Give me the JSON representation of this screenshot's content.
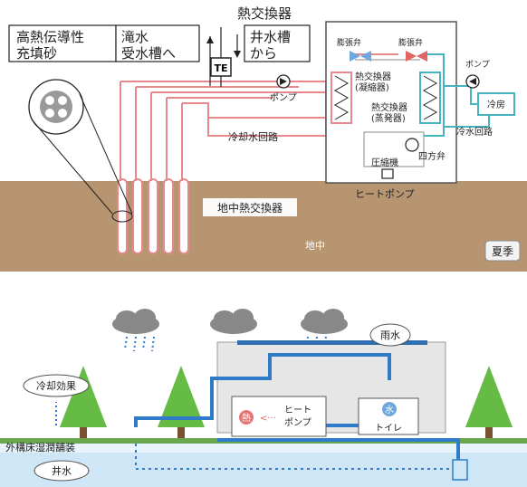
{
  "top": {
    "labels": {
      "sand": "高熱伝導性\n充填砂",
      "drain": "滝水\n受水槽へ",
      "well_from": "井水槽\nから",
      "hx_title": "熱交換器",
      "te": "TE",
      "pump_left": "ポンプ",
      "cond_hx": "熱交換器\n(凝縮器)",
      "evap_hx": "熱交換器\n(蒸発器)",
      "expansion1": "膨張弁",
      "expansion2": "膨張弁",
      "pump_right": "ポンプ",
      "cooling_room": "冷房",
      "compressor": "圧縮機",
      "four_way": "四方弁",
      "heat_pump": "ヒートポンプ",
      "cooling_circuit": "冷却水回路",
      "chilled_circuit": "冷水回路",
      "ground_hx": "地中熱交換器",
      "underground": "地中",
      "season": "夏季"
    },
    "colors": {
      "ground": "#b79570",
      "warm_pipe": "#e5898f",
      "cool_pipe": "#46b4be"
    }
  },
  "bottom": {
    "labels": {
      "rain": "雨水",
      "cooling_effect": "冷却効果",
      "heat": "熱",
      "heat_pump": "ヒート\nポンプ",
      "water": "水",
      "toilet": "トイレ",
      "paving": "外構床湿潤舗装",
      "well_water": "井水"
    },
    "colors": {
      "flow": "#2f7bc8",
      "ground": "#6aa84f",
      "tree": "#66bb44"
    }
  }
}
